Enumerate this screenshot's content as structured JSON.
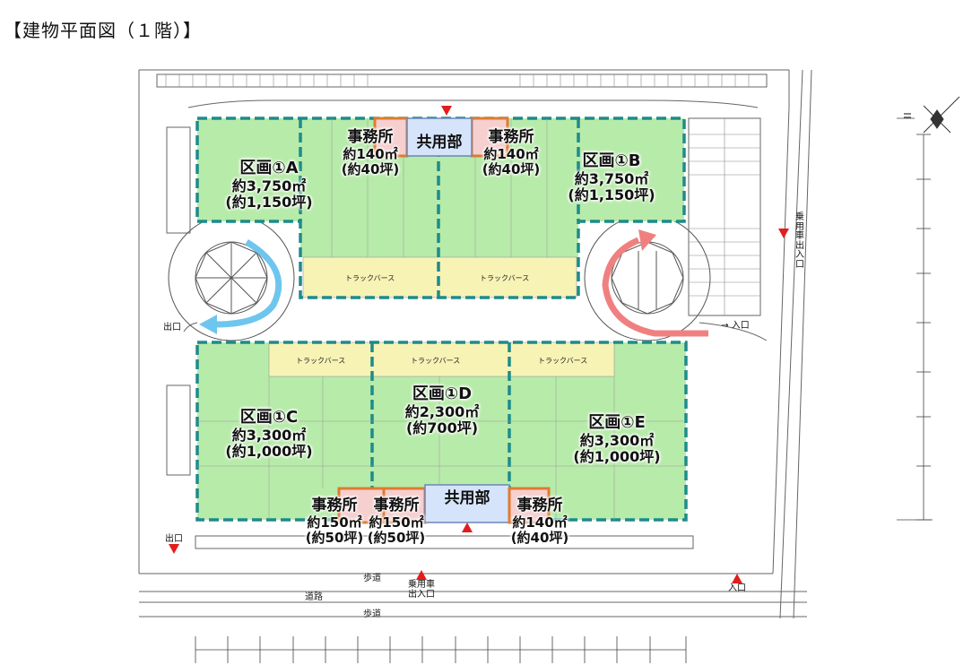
{
  "title": "【建物平面図（１階）】",
  "areas": [
    {
      "name": "区画①A",
      "sqm": "約3,750㎡",
      "tsubo": "(約1,150坪)"
    },
    {
      "name": "区画①B",
      "sqm": "約3,750㎡",
      "tsubo": "(約1,150坪)"
    },
    {
      "name": "区画①C",
      "sqm": "約3,300㎡",
      "tsubo": "(約1,000坪)"
    },
    {
      "name": "区画①D",
      "sqm": "約2,300㎡",
      "tsubo": "(約700坪)"
    },
    {
      "name": "区画①E",
      "sqm": "約3,300㎡",
      "tsubo": "(約1,000坪)"
    }
  ],
  "offices": [
    {
      "name": "事務所",
      "sqm": "約140㎡",
      "tsubo": "(約40坪)"
    },
    {
      "name": "事務所",
      "sqm": "約140㎡",
      "tsubo": "(約40坪)"
    },
    {
      "name": "事務所",
      "sqm": "約150㎡",
      "tsubo": "(約50坪)"
    },
    {
      "name": "事務所",
      "sqm": "約150㎡",
      "tsubo": "(約50坪)"
    },
    {
      "name": "事務所",
      "sqm": "約140㎡",
      "tsubo": "(約40坪)"
    }
  ],
  "shared": {
    "top": "共用部",
    "bottom": "共用部"
  },
  "entrances": {
    "exit_left_mid": "出口",
    "exit_left_bottom": "出口",
    "entry_right": "入口",
    "entry_bottom_right": "入口",
    "passenger_right": "乗用車出入口",
    "passenger_bottom_l1": "乗用車",
    "passenger_bottom_l2": "出入口"
  },
  "road_labels": {
    "sidewalk_1": "歩道",
    "road": "道路",
    "sidewalk_2": "歩道"
  },
  "truck_berth": "トラックバース",
  "colors": {
    "area_fill": "#b7eba9",
    "berth_fill": "#f7f3b5",
    "shared_fill": "#d5e4fa",
    "office_fill": "#f6cfcf",
    "boundary": "#1e8b8b",
    "office_border": "#e07a2f",
    "arrow_blue": "#6ec6ee",
    "arrow_red": "#f08080",
    "marker": "#e21d1d"
  }
}
